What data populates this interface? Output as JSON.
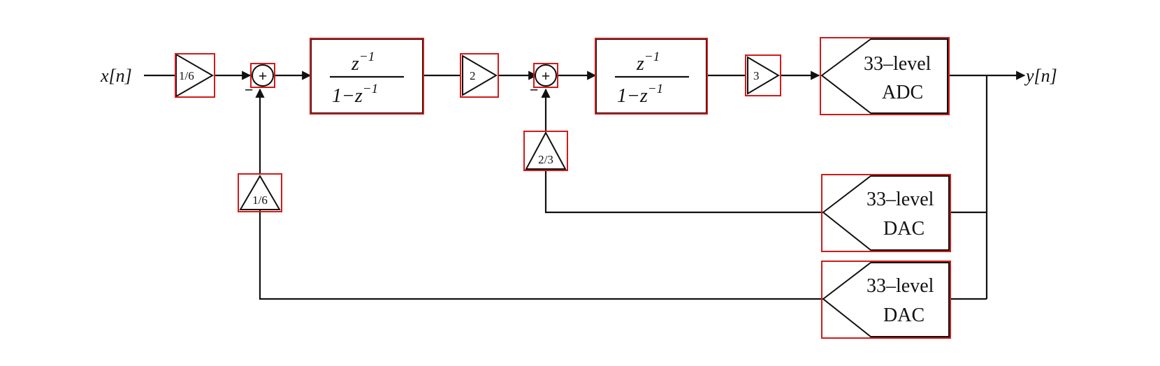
{
  "signals": {
    "input": "x[n]",
    "output": "y[n]"
  },
  "gains": {
    "input_scale": "1/6",
    "stage2_scale": "2",
    "quantizer_scale": "3",
    "inner_feedback": "2/3",
    "outer_feedback": "1/6"
  },
  "integrator": {
    "numerator_base": "z",
    "numerator_exp": "−1",
    "denominator_prefix": "1−z",
    "denominator_exp": "−1"
  },
  "adc": {
    "line1": "33–level",
    "line2": "ADC"
  },
  "dac_inner": {
    "line1": "33–level",
    "line2": "DAC"
  },
  "dac_outer": {
    "line1": "33–level",
    "line2": "DAC"
  },
  "summers": {
    "symbol": "+",
    "feedback_sign": "−"
  },
  "colors": {
    "line": "#111111",
    "highlight": "#d11a1a"
  }
}
